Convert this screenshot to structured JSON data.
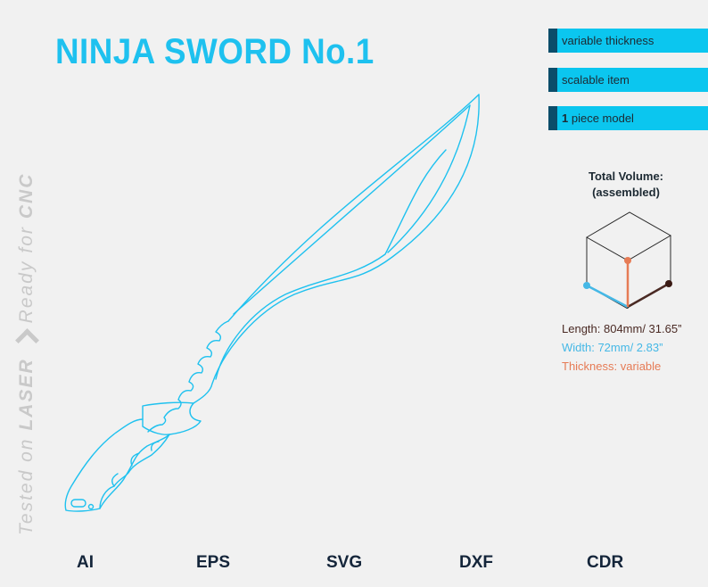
{
  "title": "NINJA SWORD No.1",
  "side_text": {
    "part1": "Tested on",
    "part2": "LASER",
    "part3": "Ready",
    "part4": "for",
    "part5": "CNC"
  },
  "features": [
    {
      "bold": "",
      "text": "variable thickness"
    },
    {
      "bold": "",
      "text": "scalable item"
    },
    {
      "bold": "1",
      "text": " piece model"
    }
  ],
  "volume": {
    "title_line1": "Total Volume:",
    "title_line2": "(assembled)",
    "length": "Length: 804mm/ 31.65”",
    "width": "Width:   72mm/ 2.83”",
    "thickness": "Thickness:  variable"
  },
  "formats": [
    "AI",
    "EPS",
    "SVG",
    "DXF",
    "CDR"
  ],
  "colors": {
    "accent": "#1ec1ef",
    "feature_bar": "#0bc6ef",
    "feature_marker": "#0b4d6a",
    "length": "#4a2a24",
    "width": "#45b8e6",
    "thickness": "#e67b55"
  },
  "icons": [
    "chevron-right-icon",
    "cube-dimensions-icon",
    "sword-outline-drawing"
  ]
}
